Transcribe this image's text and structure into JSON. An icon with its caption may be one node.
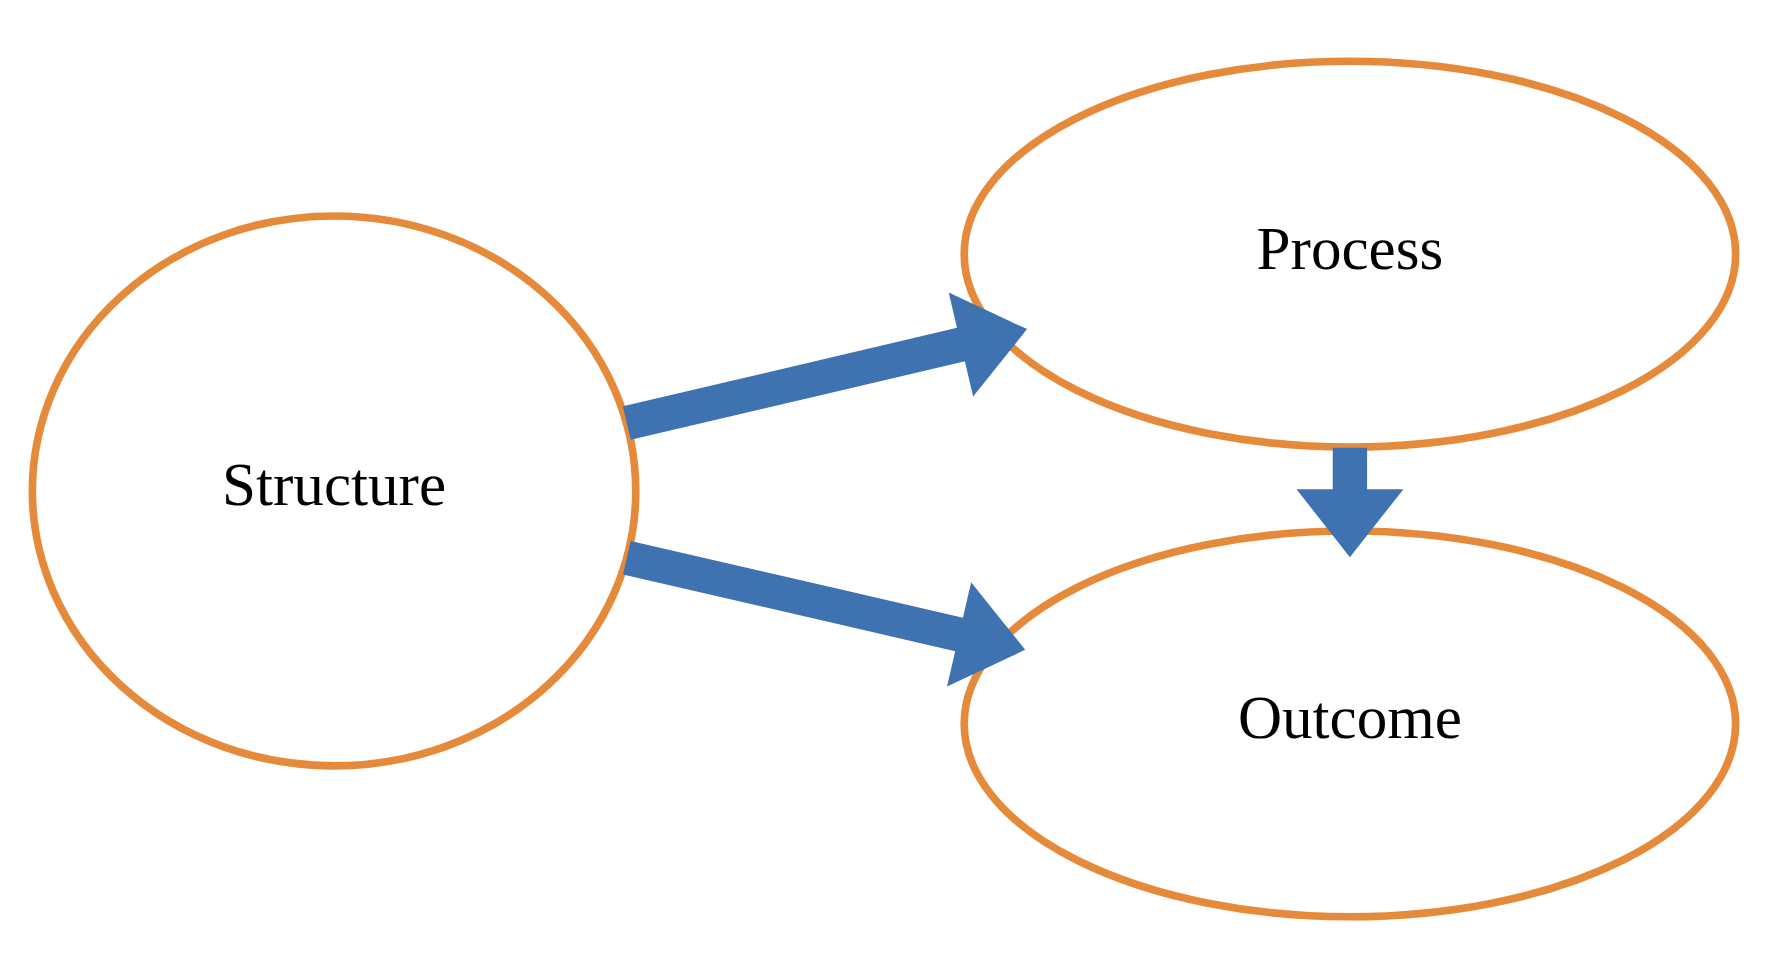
{
  "diagram": {
    "nodes": [
      {
        "text": [
          "Structure"
        ]
      },
      {
        "text": [
          "Process"
        ]
      },
      {
        "text": [
          "Outcome"
        ]
      }
    ],
    "edges": [
      {
        "from": 0,
        "to": 1,
        "arrow": "to"
      },
      {
        "from": 1,
        "to": 2,
        "arrow": "to"
      },
      {
        "from": 0,
        "to": 2,
        "arrow": "to"
      }
    ]
  }
}
